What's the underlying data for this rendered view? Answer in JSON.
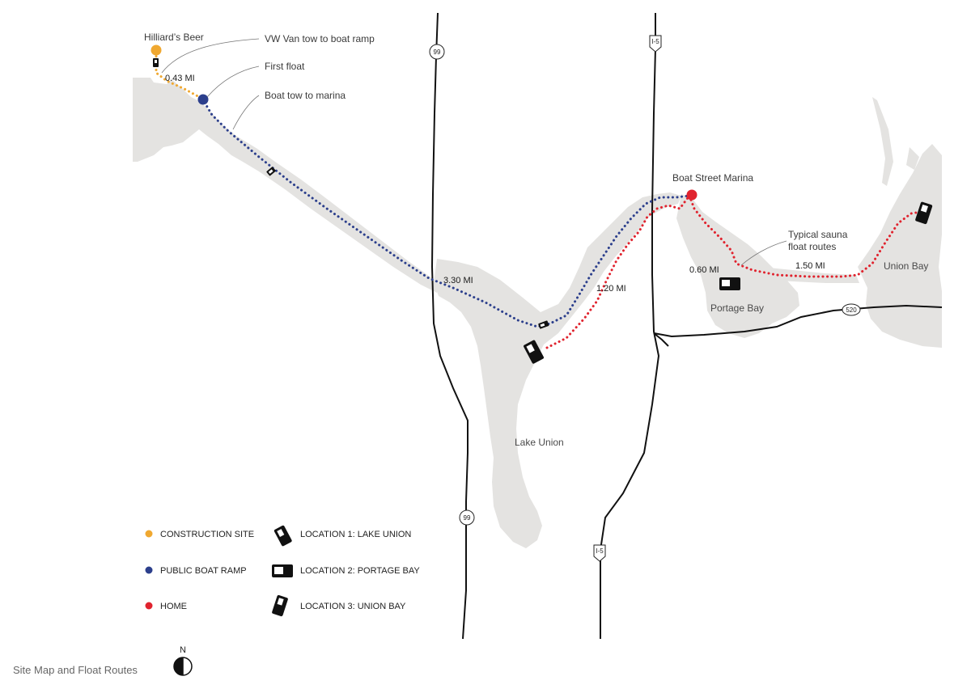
{
  "caption": "Site Map and Float Routes",
  "north_label": "N",
  "colors": {
    "water": "#e4e3e1",
    "construction": "#f0a830",
    "ramp": "#2c3f8c",
    "home": "#e0232e",
    "road": "#111111"
  },
  "callouts": {
    "hilliards": "Hilliard’s Beer",
    "vw_van": "VW Van tow to boat ramp",
    "first_float": "First float",
    "boat_tow": "Boat tow to marina",
    "boat_street": "Boat Street Marina",
    "typical_1": "Typical sauna",
    "typical_2": "float routes"
  },
  "distances": {
    "d043": "0.43 MI",
    "d330": "3.30 MI",
    "d120": "1.20 MI",
    "d060": "0.60 MI",
    "d150": "1.50 MI"
  },
  "water_labels": {
    "lake_union": "Lake Union",
    "portage_bay": "Portage Bay",
    "union_bay": "Union Bay"
  },
  "road_shields": {
    "sr99": "99",
    "i5": "I-5",
    "sr520": "520"
  },
  "legend": {
    "construction_site": "CONSTRUCTION SITE",
    "public_boat_ramp": "PUBLIC BOAT RAMP",
    "home": "HOME",
    "location_1": "LOCATION 1: LAKE UNION",
    "location_2": "LOCATION 2: PORTAGE BAY",
    "location_3": "LOCATION 3: UNION BAY"
  },
  "icons": [
    "phone-sauna-icon",
    "trailer-icon",
    "north-arrow-icon",
    "route-shield-icon"
  ]
}
